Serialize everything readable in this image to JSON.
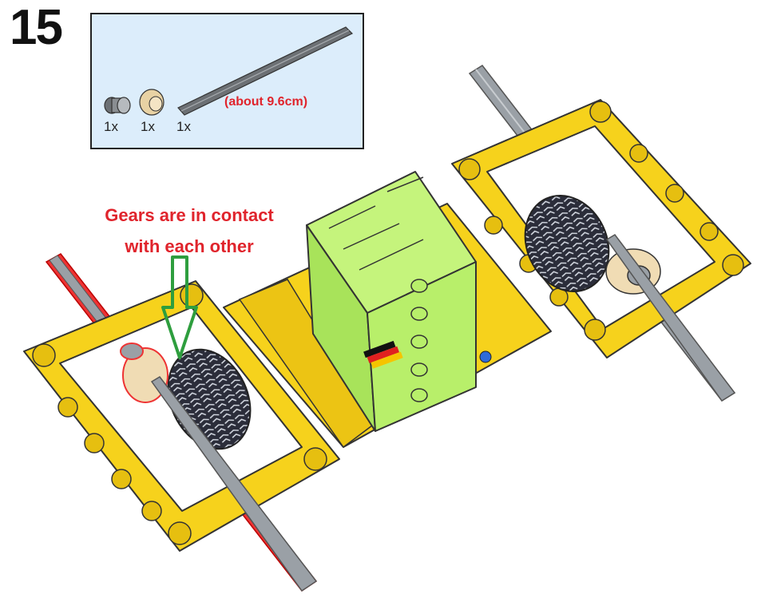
{
  "step": {
    "number": "15"
  },
  "parts_list": {
    "items": [
      {
        "icon": "axle-connector-icon",
        "qty": "1x"
      },
      {
        "icon": "bevel-gear-icon",
        "qty": "1x"
      },
      {
        "icon": "long-axle-icon",
        "qty": "1x"
      }
    ],
    "axle_note": "(about 9.6cm)"
  },
  "annotation": {
    "line1": "Gears are in contact",
    "line2": "with each other",
    "arrow_color": "#2e9e3e",
    "text_color": "#e0242c"
  },
  "colors": {
    "beam_yellow": "#f6d21c",
    "hub_green": "#b8ef6a",
    "axle_gray": "#9aa0a6",
    "tire_dark": "#2b2d3a",
    "gear_tan": "#f0dcb4"
  }
}
